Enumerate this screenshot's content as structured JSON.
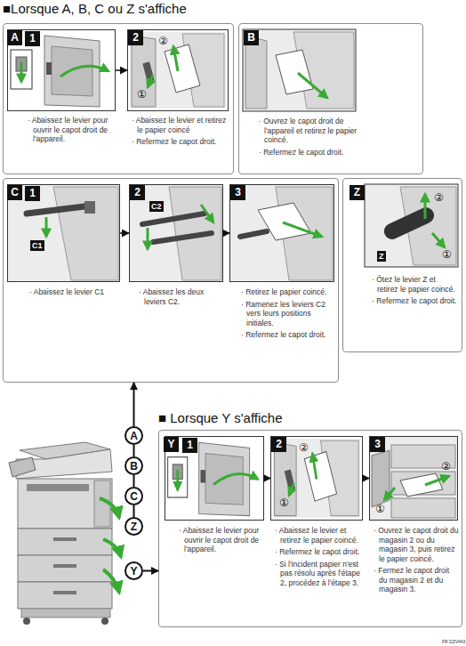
{
  "diagram": {
    "title": "■Lorsque A, B, C ou Z s'affiche",
    "nodes": [
      {
        "text": [
          "A"
        ]
      },
      {
        "text": [
          "1",
          "· Abaissez le levier pour ouvrir le capot droit de l'appareil."
        ],
        "in": 0
      },
      {
        "text": [
          "2",
          "· Abaissez le levier et retirez le papier coincé",
          "· Refermez le capot droit."
        ],
        "in": 0
      },
      {
        "text": [
          "B",
          "· Ouvrez le capot droit de l'appareil et retirez le papier coincé.",
          "· Refermez le capot droit."
        ]
      },
      {
        "text": [
          "C"
        ]
      },
      {
        "text": [
          "1",
          "· Abaissez le levier C1"
        ],
        "in": 4
      },
      {
        "text": [
          "2",
          "· Abaissez les deux leviers C2."
        ],
        "in": 4
      },
      {
        "text": [
          "3",
          "· Retirez le papier coincé.",
          "· Ramenez les leviers C2 vers leurs positions initiales.",
          "· Refermez le capot droit."
        ],
        "in": 4
      },
      {
        "text": [
          "Z",
          "· Ôtez le levier Z et retirez le papier coincé.",
          "· Refermez le capot droit."
        ]
      },
      {
        "text": [
          "Y"
        ]
      },
      {
        "text": [
          "1",
          "· Abaissez le levier pour ouvrir le capot droit de l'appareil."
        ],
        "in": 9
      },
      {
        "text": [
          "2",
          "· Abaissez le levier et retirez le papier coincé.",
          "· Refermez le capot droit.",
          "· Si l'incident papier n'est pas résolu après l'étape 2, procédez à l'étape 3."
        ],
        "in": 9
      },
      {
        "text": [
          "3",
          "· Ouvrez le capot droit du magasin 2 ou du magasin 3, puis retirez le papier coincé.",
          "· Fermez le capot droit du magasin 2 et du magasin 3."
        ],
        "in": 9
      },
      {
        "text": [
          "A"
        ]
      },
      {
        "text": [
          "B"
        ]
      },
      {
        "text": [
          "C"
        ]
      },
      {
        "text": [
          "Z"
        ]
      },
      {
        "text": [
          "Y"
        ]
      }
    ],
    "edges": [
      {
        "from": 1,
        "to": 2,
        "arrow": "to"
      },
      {
        "from": 5,
        "to": 6,
        "arrow": "to"
      },
      {
        "from": 6,
        "to": 7,
        "arrow": "to"
      },
      {
        "from": 16,
        "to": 15,
        "arrow": "none"
      },
      {
        "from": 15,
        "to": 14,
        "arrow": "none"
      },
      {
        "from": 14,
        "to": 13,
        "arrow": "none"
      },
      {
        "from": 13,
        "to": 4,
        "arrow": "to"
      },
      {
        "from": 17,
        "to": 9,
        "arrow": "to"
      },
      {
        "from": 10,
        "to": 11,
        "arrow": "to"
      },
      {
        "from": 11,
        "to": 12,
        "arrow": "to"
      }
    ],
    "labels": [
      "■ Lorsque Y s'affiche",
      "②",
      "①",
      "C1",
      "C2",
      "②",
      "①",
      "Z",
      "②",
      "①",
      "②",
      "①",
      "FR DZV443"
    ]
  }
}
